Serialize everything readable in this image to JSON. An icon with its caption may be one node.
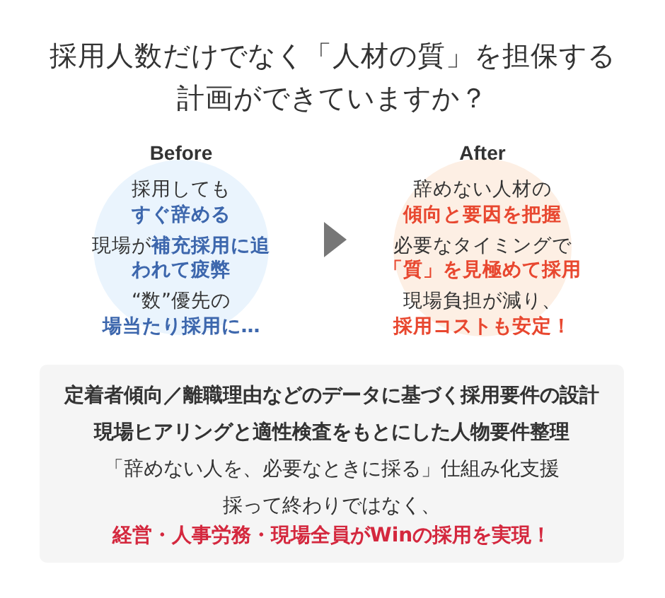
{
  "diagram": {
    "title": "採用人数だけでなく「人材の質」を担保する計画ができていますか？",
    "nodes": [
      {
        "text": [
          "Before",
          "採用しても**すぐ辞める**",
          "現場が**補充採用に追われて疲弊**",
          "“数”優先の**場当たり採用に…**"
        ]
      },
      {
        "text": [
          "After",
          "辞めない人材の**傾向と要因を把握**",
          "必要なタイミングで**「質」を見極めて採用**",
          "現場負担が減り、**採用コストも安定！**"
        ]
      },
      {
        "text": [
          "定着者傾向／離職理由などのデータに基づく採用要件の設計",
          "現場ヒアリングと適性検査をもとにした人物要件整理",
          "「辞めない人を、必要なときに採る」仕組み化支援",
          "採って終わりではなく、**経営・人事労務・現場全員がWinの採用を実現！**"
        ]
      }
    ],
    "edges": [
      {
        "from": 0,
        "to": 1,
        "arrow": "to"
      }
    ]
  }
}
